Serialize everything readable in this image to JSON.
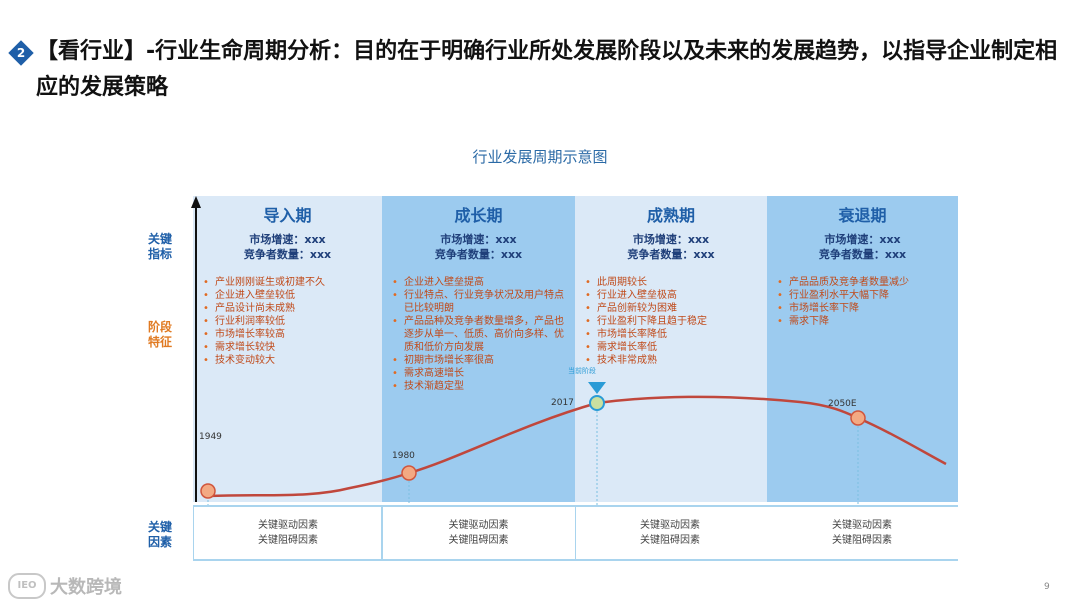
{
  "header": {
    "badge_number": "2",
    "title": "【看行业】-行业生命周期分析：目的在于明确行业所处发展阶段以及未来的发展趋势，以指导企业制定相应的发展策略"
  },
  "diagram": {
    "title": "行业发展周期示意图",
    "left_labels": {
      "key_indicators": "关键\n指标",
      "stage_features": "阶段\n特征",
      "key_factors": "关键\n因素"
    },
    "stages": [
      {
        "name": "导入期",
        "growth": "市场增速：xxx",
        "competitors": "竞争者数量：xxx",
        "features": [
          "产业刚刚诞生或初建不久",
          "企业进入壁垒较低",
          "产品设计尚未成熟",
          "行业利润率较低",
          "市场增长率较高",
          "需求增长较快",
          "技术变动较大"
        ],
        "factor_driver": "关键驱动因素",
        "factor_barrier": "关键阻碍因素"
      },
      {
        "name": "成长期",
        "growth": "市场增速：xxx",
        "competitors": "竞争者数量：xxx",
        "features": [
          "企业进入壁垒提高",
          "行业特点、行业竞争状况及用户特点已比较明朗",
          "产品品种及竞争者数量增多，产品也逐步从单一、低质、高价向多样、优质和低价方向发展",
          "初期市场增长率很高",
          "需求高速增长",
          "技术渐趋定型"
        ],
        "factor_driver": "关键驱动因素",
        "factor_barrier": "关键阻碍因素"
      },
      {
        "name": "成熟期",
        "growth": "市场增速：xxx",
        "competitors": "竞争者数量：xxx",
        "features": [
          "此周期较长",
          "行业进入壁垒极高",
          "产品创新较为困难",
          "行业盈利下降且趋于稳定",
          "市场增长率降低",
          "需求增长率低",
          "技术非常成熟"
        ],
        "factor_driver": "关键驱动因素",
        "factor_barrier": "关键阻碍因素"
      },
      {
        "name": "衰退期",
        "growth": "市场增速：xxx",
        "competitors": "竞争者数量：xxx",
        "features": [
          "产品品质及竞争者数量减少",
          "行业盈利水平大幅下降",
          "市场增长率下降",
          "需求下降"
        ],
        "factor_driver": "关键驱动因素",
        "factor_barrier": "关键阻碍因素"
      }
    ],
    "milestones": {
      "y1949": "1949",
      "y1980": "1980",
      "y2017": "2017",
      "y2050": "2050E",
      "current_marker": "当前阶段"
    },
    "colors": {
      "curve": "#c0473c",
      "milestone_fill": "#f3a983",
      "current_marker": "#2a9bd6",
      "growth_column": "#9ccbef",
      "light_column": "#dbe9f7"
    }
  },
  "footer": {
    "logo_text": "大数跨境",
    "logo_mark": "IEO",
    "page_number": "9"
  }
}
